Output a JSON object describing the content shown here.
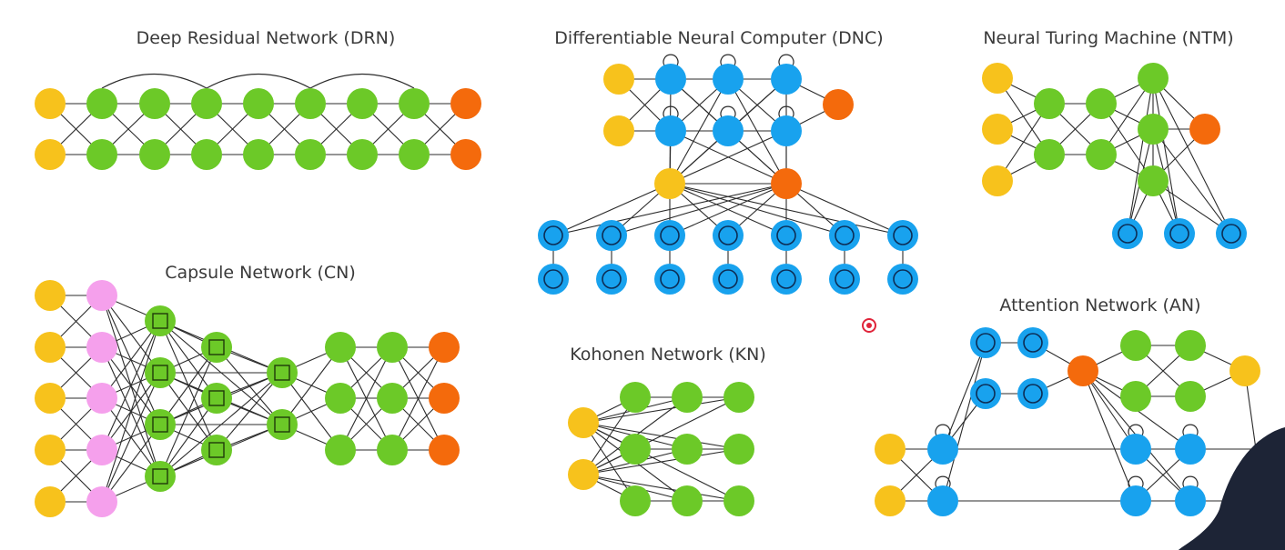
{
  "colors": {
    "input": "#f7c21c",
    "hidden": "#6cc928",
    "output": "#f46a0c",
    "memory": "#18a2ee",
    "kernel": "#f5a0ec"
  },
  "diagrams": [
    {
      "key": "drn",
      "title": "Deep Residual Network (DRN)"
    },
    {
      "key": "dnc",
      "title": "Differentiable Neural Computer (DNC)"
    },
    {
      "key": "ntm",
      "title": "Neural Turing Machine (NTM)"
    },
    {
      "key": "cn",
      "title": "Capsule Network (CN)"
    },
    {
      "key": "kn",
      "title": "Kohonen Network (KN)"
    },
    {
      "key": "an",
      "title": "Attention Network (AN)"
    }
  ],
  "cursor_dot": {
    "color": "#e0243a"
  },
  "presenter": {
    "color": "#1d2436"
  }
}
